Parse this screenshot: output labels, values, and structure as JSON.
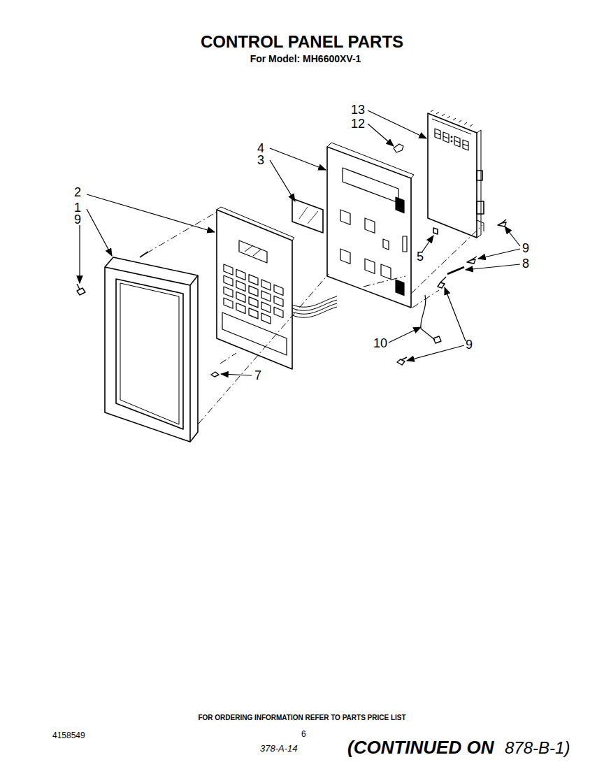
{
  "diagram": {
    "title": "CONTROL PANEL PARTS",
    "labels": [
      "For Model: MH6600XV-1",
      "13",
      "12",
      "4",
      "3",
      "2",
      "1",
      "9",
      "5",
      "9",
      "8",
      "10",
      "9",
      "7",
      "FOR ORDERING INFORMATION REFER TO PARTS PRICE LIST",
      "4158549",
      "6",
      "378-A-14",
      "(CONTINUED ON",
      "878-B-1)"
    ]
  }
}
